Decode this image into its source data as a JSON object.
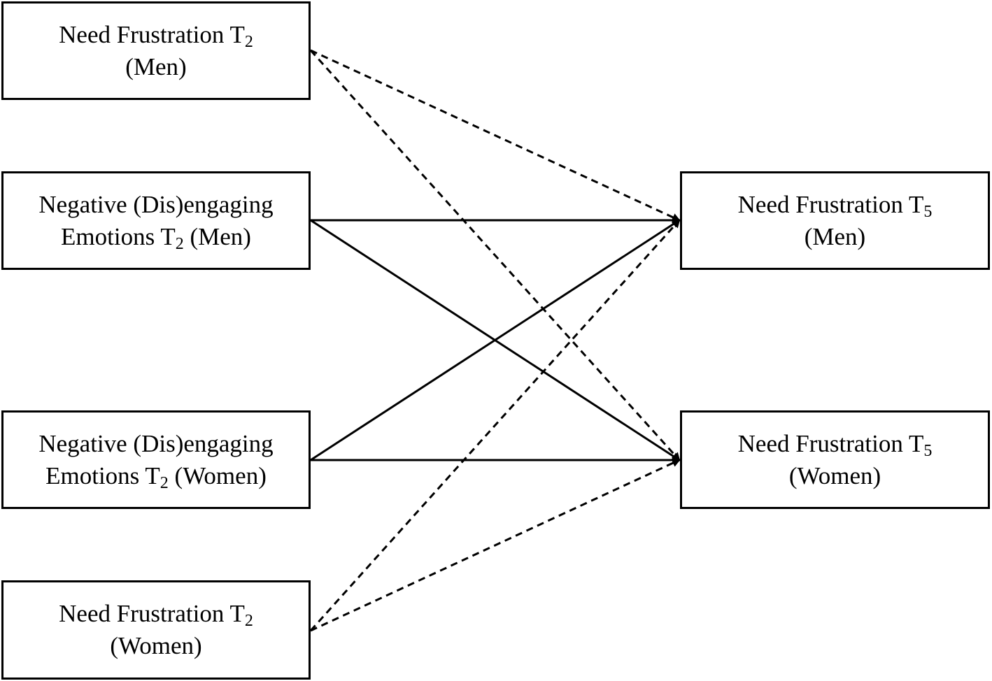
{
  "nodes": {
    "nf_t2_men": {
      "line1": "Need Frustration T",
      "line1_sub": "2",
      "line1_tail": "",
      "line2": "(Men)"
    },
    "nde_t2_men": {
      "line1": "Negative (Dis)engaging",
      "line2_pre": "Emotions T",
      "line2_sub": "2",
      "line2_post": " (Men)"
    },
    "nde_t2_women": {
      "line1": "Negative (Dis)engaging",
      "line2_pre": "Emotions T",
      "line2_sub": "2",
      "line2_post": " (Women)"
    },
    "nf_t2_women": {
      "line1": "Need Frustration T",
      "line1_sub": "2",
      "line2": "(Women)"
    },
    "nf_t5_men": {
      "line1": "Need Frustration T",
      "line1_sub": "5",
      "line2": "(Men)"
    },
    "nf_t5_women": {
      "line1": "Need Frustration T",
      "line1_sub": "5",
      "line2": "(Women)"
    }
  },
  "paths": [
    {
      "from": "nf_t2_men",
      "to": "nf_t5_men",
      "style": "dashed"
    },
    {
      "from": "nf_t2_men",
      "to": "nf_t5_women",
      "style": "dashed"
    },
    {
      "from": "nde_t2_men",
      "to": "nf_t5_men",
      "style": "solid"
    },
    {
      "from": "nde_t2_men",
      "to": "nf_t5_women",
      "style": "solid"
    },
    {
      "from": "nde_t2_women",
      "to": "nf_t5_men",
      "style": "solid"
    },
    {
      "from": "nde_t2_women",
      "to": "nf_t5_women",
      "style": "solid"
    },
    {
      "from": "nf_t2_women",
      "to": "nf_t5_men",
      "style": "dashed"
    },
    {
      "from": "nf_t2_women",
      "to": "nf_t5_women",
      "style": "dashed"
    }
  ],
  "colors": {
    "stroke": "#000000",
    "background": "#ffffff"
  }
}
